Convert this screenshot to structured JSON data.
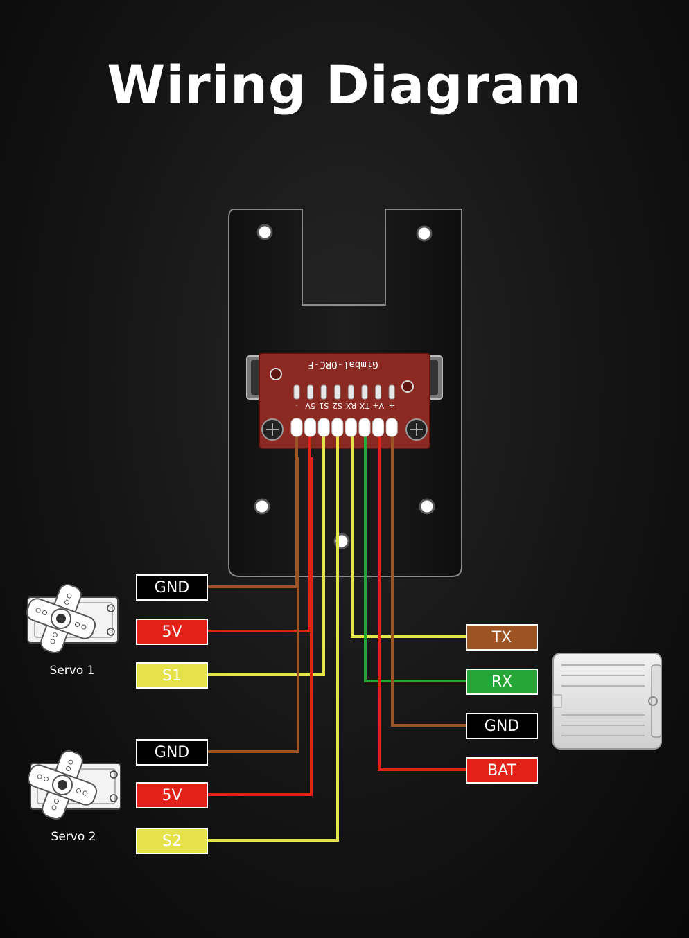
{
  "title": "Wiring Diagram",
  "board": {
    "name": "Gimbal-ORC-F",
    "pins": [
      "-",
      "5V",
      "S1",
      "S2",
      "RX",
      "TX",
      "V+",
      "+"
    ]
  },
  "servo1": {
    "caption": "Servo 1",
    "labels": {
      "gnd": "GND",
      "v5": "5V",
      "signal": "S1"
    }
  },
  "servo2": {
    "caption": "Servo 2",
    "labels": {
      "gnd": "GND",
      "v5": "5V",
      "signal": "S2"
    }
  },
  "receiver": {
    "labels": {
      "tx": "TX",
      "rx": "RX",
      "gnd": "GND",
      "bat": "BAT"
    }
  },
  "colors": {
    "gnd_wire": "#9c5424",
    "power_wire": "#e22219",
    "signal_wire": "#e6e34a",
    "rx_wire": "#27a638",
    "board_pcb": "#8a2a22",
    "mount_plate": "#1a1a1a"
  }
}
